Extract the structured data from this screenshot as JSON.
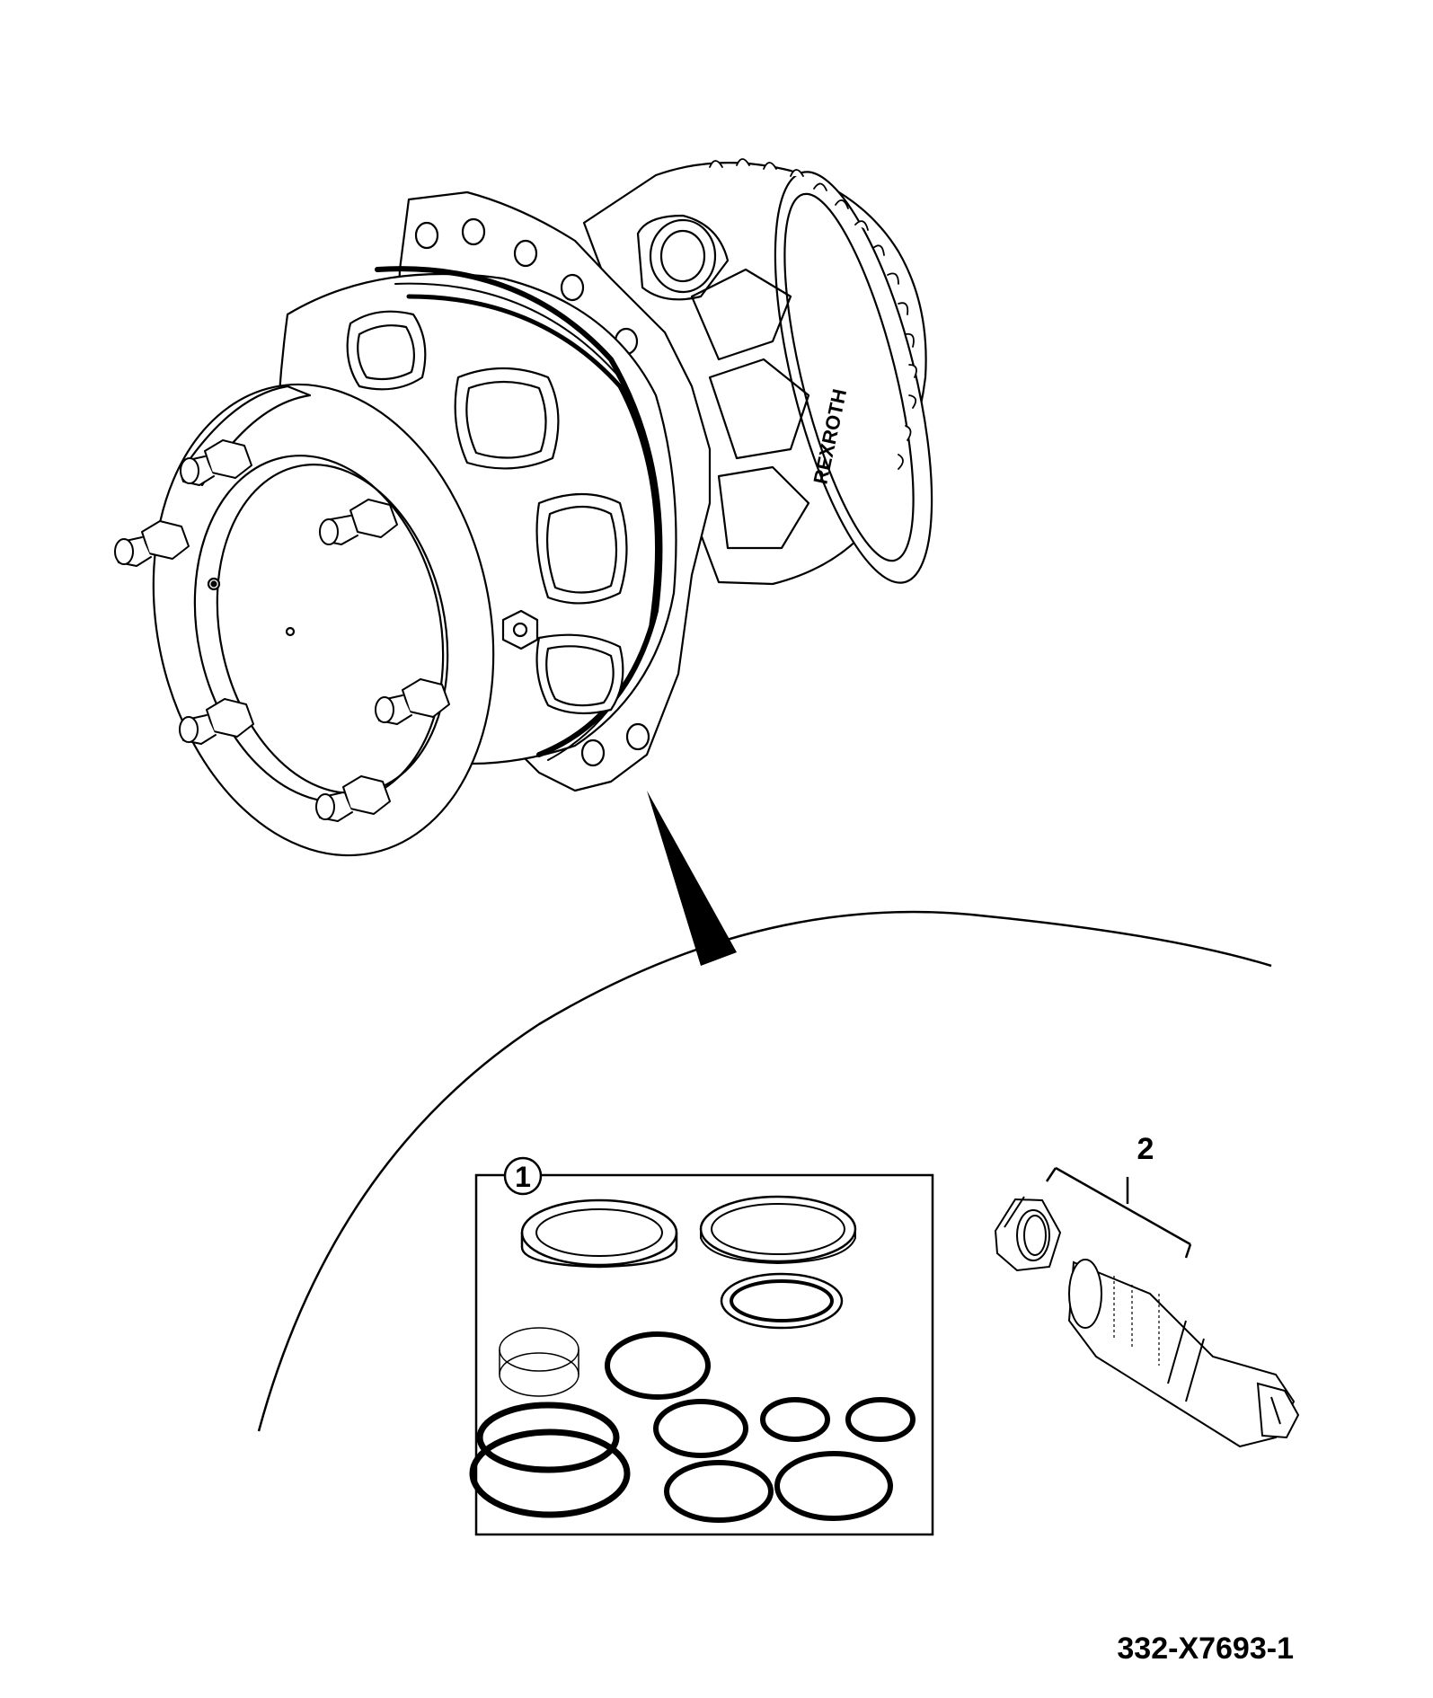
{
  "diagram": {
    "drawing_number": "332-X7693-1",
    "brand_mark": "REXROTH",
    "callouts": [
      {
        "id": "1",
        "label": "1",
        "style": "circled"
      },
      {
        "id": "2",
        "label": "2",
        "style": "plain"
      }
    ],
    "colors": {
      "line": "#000000",
      "background": "#ffffff"
    }
  }
}
